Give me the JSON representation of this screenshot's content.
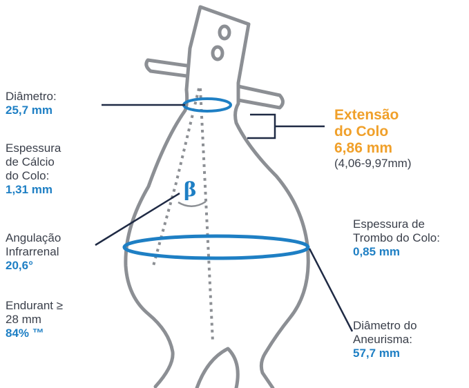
{
  "labels": {
    "diametro": {
      "title": "Diâmetro:",
      "value": "25,7 mm"
    },
    "calcio": {
      "line1": "Espessura",
      "line2": "de Cálcio",
      "line3": "do Colo:",
      "value": "1,31 mm"
    },
    "angulacao": {
      "line1": "Angulação",
      "line2": "Infrarrenal",
      "value": "20,6°"
    },
    "endurant": {
      "line1": "Endurant ≥",
      "line2": "28 mm",
      "value": "84% ™"
    },
    "extensao": {
      "line1": "Extensão",
      "line2": "do Colo",
      "value": "6,86 mm",
      "range": "(4,06-9,97mm)"
    },
    "trombo": {
      "line1": "Espessura de",
      "line2": "Trombo do Colo:",
      "value": "0,85 mm"
    },
    "aneurisma": {
      "line1": "Diâmetro do",
      "line2": "Aneurisma:",
      "value": "57,7 mm"
    },
    "angle_symbol": "β"
  },
  "colors": {
    "outline": "#8c8f94",
    "ring": "#1e7fc4",
    "leader": "#1f2a44",
    "accent": "#f0a02a",
    "text": "#3a3f4a"
  }
}
